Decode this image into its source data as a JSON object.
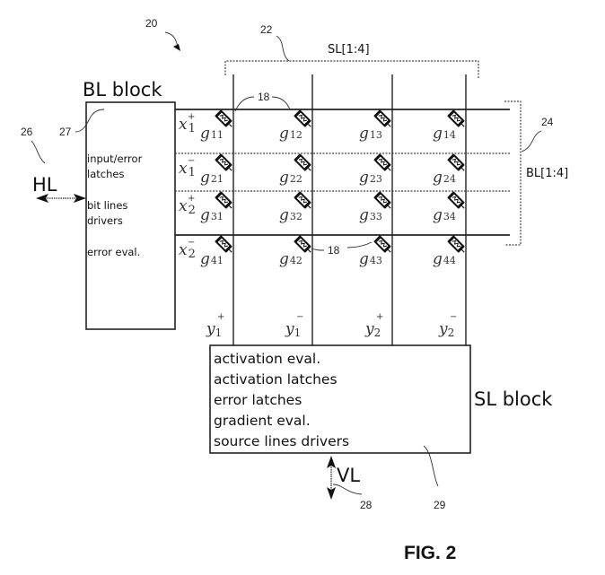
{
  "figure": {
    "caption": "FIG. 2",
    "ref_numbers": {
      "system": "20",
      "source_lines": "22",
      "bit_lines": "24",
      "horizontal_link": "26",
      "bl_block": "27",
      "vertical_link": "28",
      "sl_block": "29",
      "memristor_top": "18",
      "memristor_bottom": "18"
    }
  },
  "bl_block": {
    "title": "BL block",
    "lines": [
      "input/error",
      "latches",
      "",
      "bit lines",
      "drivers",
      "",
      "error eval."
    ]
  },
  "sl_block": {
    "title": "SL block",
    "lines": [
      "activation eval.",
      "activation latches",
      "error latches",
      "gradient eval.",
      "source lines drivers"
    ]
  },
  "buses": {
    "source_lines": "SL[1:4]",
    "bit_lines": "BL[1:4]"
  },
  "links": {
    "horizontal": "HL",
    "vertical": "VL"
  },
  "inputs": [
    {
      "base": "x",
      "sub": "1",
      "sup": "+"
    },
    {
      "base": "x",
      "sub": "1",
      "sup": "−"
    },
    {
      "base": "x",
      "sub": "2",
      "sup": "+"
    },
    {
      "base": "x",
      "sub": "2",
      "sup": "−"
    }
  ],
  "outputs": [
    {
      "base": "y",
      "sub": "1",
      "sup": "+"
    },
    {
      "base": "y",
      "sub": "1",
      "sup": "−"
    },
    {
      "base": "y",
      "sub": "2",
      "sup": "+"
    },
    {
      "base": "y",
      "sub": "2",
      "sup": "−"
    }
  ],
  "conductances": [
    [
      "11",
      "12",
      "13",
      "14"
    ],
    [
      "21",
      "22",
      "23",
      "24"
    ],
    [
      "31",
      "32",
      "33",
      "34"
    ],
    [
      "41",
      "42",
      "43",
      "44"
    ]
  ],
  "icons": {
    "memristor": "memristor-icon",
    "hl_arrow": "double-arrow-horizontal-icon",
    "vl_arrow": "double-arrow-vertical-icon",
    "ref_arrow": "arrow-icon"
  }
}
